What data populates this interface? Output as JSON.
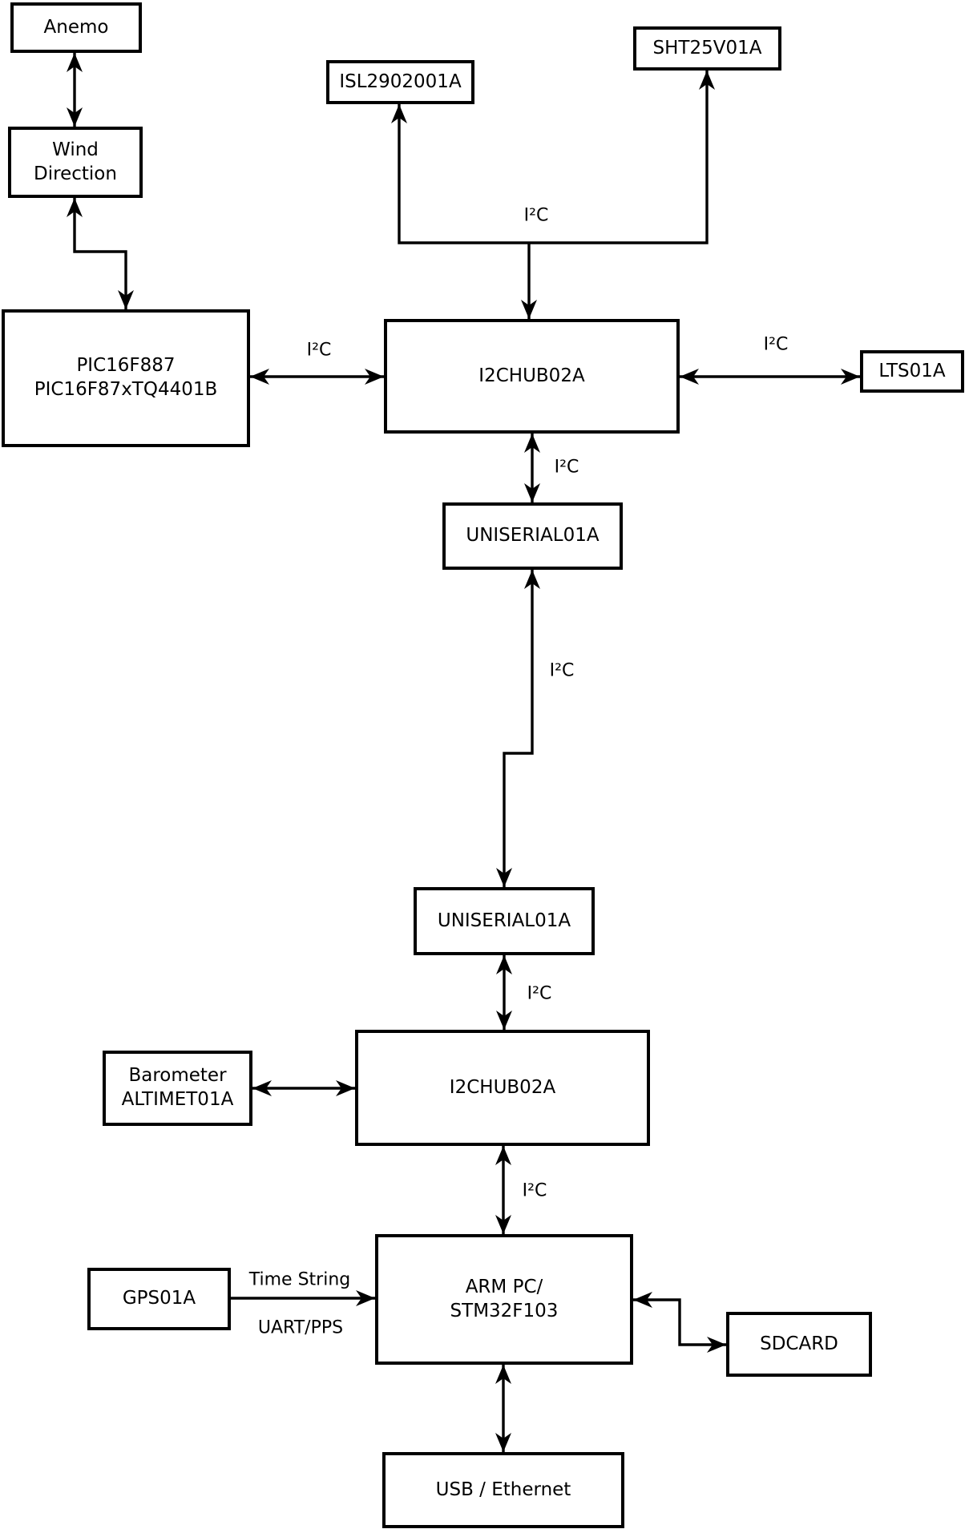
{
  "diagram_type": "block-diagram",
  "background": "#ffffff",
  "line_color": "#000000",
  "nodes": {
    "anemo": "Anemo",
    "wind_direction": "Wind\nDirection",
    "isl2902001a": "ISL2902001A",
    "sht25v01a": "SHT25V01A",
    "pic16f887": "PIC16F887\nPIC16F87xTQ4401B",
    "i2chub02a_top": "I2CHUB02A",
    "lts01a": "LTS01A",
    "uniserial01a_upper": "UNISERIAL01A",
    "uniserial01a_lower": "UNISERIAL01A",
    "i2chub02a_bottom": "I2CHUB02A",
    "barometer": "Barometer\nALTIMET01A",
    "gps01a": "GPS01A",
    "arm_pc": "ARM PC/\nSTM32F103",
    "sdcard": "SDCARD",
    "usb_ethernet": "USB / Ethernet"
  },
  "edge_labels": {
    "bus_top_i2c": "I²C",
    "pic_hub_i2c": "I²C",
    "hub_lts_i2c": "I²C",
    "hub_uniserial_i2c": "I²C",
    "uniserial_link_i2c": "I²C",
    "uniserial_hub2_i2c": "I²C",
    "hub2_arm_i2c": "I²C",
    "gps_arm_top": "Time String",
    "gps_arm_bottom": "UART/PPS"
  },
  "edges": [
    {
      "from": "anemo",
      "to": "wind_direction",
      "bidirectional": true,
      "label": ""
    },
    {
      "from": "wind_direction",
      "to": "pic16f887",
      "bidirectional": true,
      "label": ""
    },
    {
      "from": "i2chub02a_top",
      "to": "isl2902001a",
      "bidirectional": false,
      "label": "I²C"
    },
    {
      "from": "i2chub02a_top",
      "to": "sht25v01a",
      "bidirectional": false,
      "label": "I²C"
    },
    {
      "from": "pic16f887",
      "to": "i2chub02a_top",
      "bidirectional": true,
      "label": "I²C"
    },
    {
      "from": "i2chub02a_top",
      "to": "lts01a",
      "bidirectional": true,
      "label": "I²C"
    },
    {
      "from": "i2chub02a_top",
      "to": "uniserial01a_upper",
      "bidirectional": true,
      "label": "I²C"
    },
    {
      "from": "uniserial01a_upper",
      "to": "uniserial01a_lower",
      "bidirectional": true,
      "label": "I²C"
    },
    {
      "from": "uniserial01a_lower",
      "to": "i2chub02a_bottom",
      "bidirectional": true,
      "label": "I²C"
    },
    {
      "from": "i2chub02a_bottom",
      "to": "barometer",
      "bidirectional": true,
      "label": "I²C"
    },
    {
      "from": "i2chub02a_bottom",
      "to": "arm_pc",
      "bidirectional": true,
      "label": "I²C"
    },
    {
      "from": "gps01a",
      "to": "arm_pc",
      "bidirectional": false,
      "label": "Time String / UART/PPS"
    },
    {
      "from": "arm_pc",
      "to": "sdcard",
      "bidirectional": true,
      "label": ""
    },
    {
      "from": "arm_pc",
      "to": "usb_ethernet",
      "bidirectional": true,
      "label": ""
    }
  ]
}
